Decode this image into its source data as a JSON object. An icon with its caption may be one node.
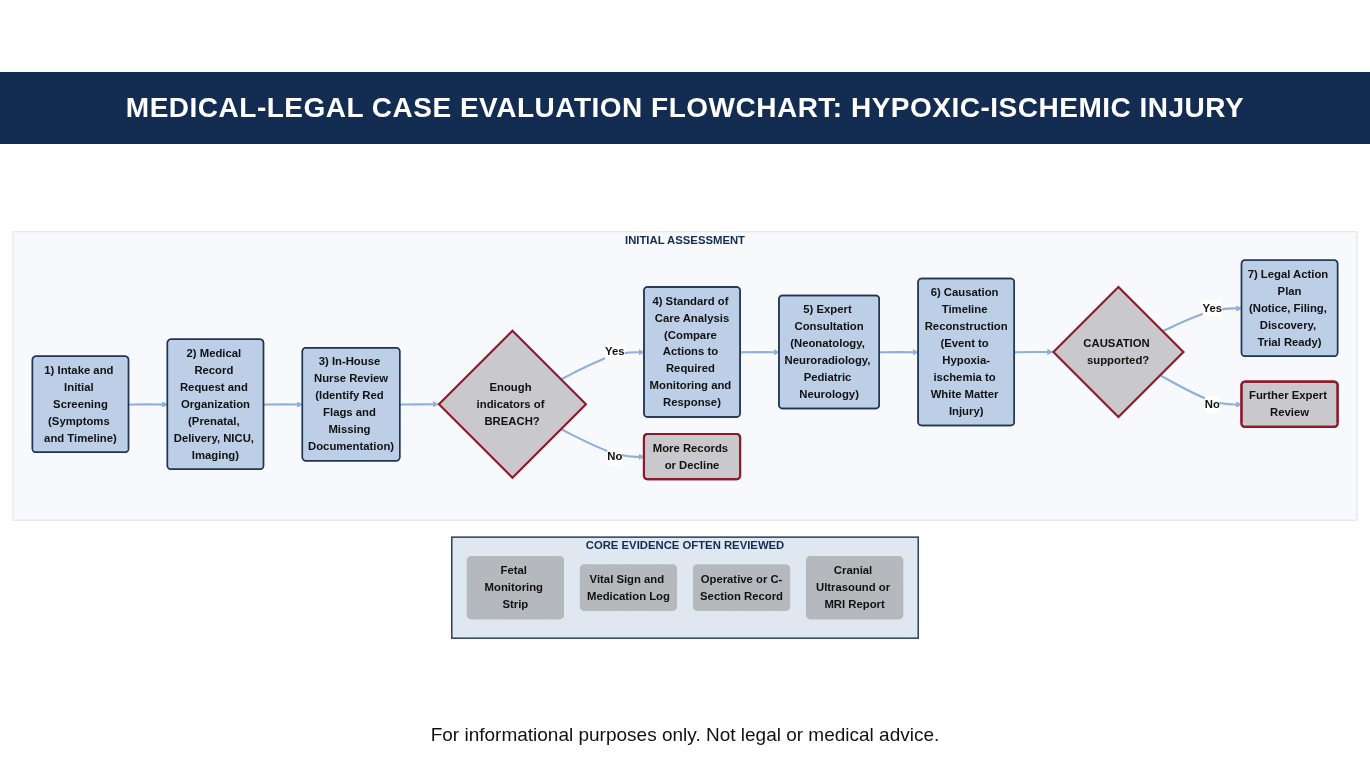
{
  "diagram": {
    "title": "MEDICAL-LEGAL CASE EVALUATION FLOWCHART: HYPOXIC-ISCHEMIC INJURY",
    "caption": "For informational purposes only. Not legal or medical advice.",
    "nodes": [
      {
        "text": [
          "INITIAL ASSESSMENT"
        ]
      },
      {
        "text": [
          "1) Intake and Initial Screening",
          "(Symptoms and Timeline)"
        ],
        "in": 0
      },
      {
        "text": [
          "2) Medical Record Request and Organization",
          "(Prenatal, Delivery, NICU, Imaging)"
        ],
        "in": 0
      },
      {
        "text": [
          "3) In-House Nurse Review",
          "(Identify Red Flags and Missing Documentation)"
        ],
        "in": 0
      },
      {
        "text": [
          "Enough indicators of BREACH?"
        ],
        "in": 0
      },
      {
        "text": [
          "More Records or Decline"
        ],
        "in": 0
      },
      {
        "text": [
          "4) Standard of Care Analysis",
          "(Compare Actions to Required Monitoring and Response)"
        ],
        "in": 0
      },
      {
        "text": [
          "5) Expert Consultation",
          "(Neonatology, Neuroradiology, Pediatric Neurology)"
        ],
        "in": 0
      },
      {
        "text": [
          "6) Causation Timeline Reconstruction",
          "(Event to Hypoxia-ischemia to White Matter Injury)"
        ],
        "in": 0
      },
      {
        "text": [
          "CAUSATION supported?"
        ],
        "in": 0
      },
      {
        "text": [
          "Further Expert Review"
        ],
        "in": 0
      },
      {
        "text": [
          "7) Legal Action Plan",
          "(Notice, Filing, Discovery, Trial Ready)"
        ],
        "in": 0
      },
      {
        "text": [
          "CORE EVIDENCE OFTEN REVIEWED"
        ]
      },
      {
        "text": [
          "Fetal Monitoring Strip"
        ],
        "in": 12
      },
      {
        "text": [
          "Vital Sign and Medication Log"
        ],
        "in": 12
      },
      {
        "text": [
          "Operative or C-Section Record"
        ],
        "in": 12
      },
      {
        "text": [
          "Cranial Ultrasound or MRI Report"
        ],
        "in": 12
      }
    ],
    "edges": [
      {
        "from": 1,
        "to": 2,
        "arrow": "to"
      },
      {
        "from": 2,
        "to": 3,
        "arrow": "to"
      },
      {
        "from": 3,
        "to": 4,
        "arrow": "to"
      },
      {
        "from": 4,
        "to": 6,
        "arrow": "to",
        "label": "Yes"
      },
      {
        "from": 4,
        "to": 5,
        "arrow": "to",
        "label": "No"
      },
      {
        "from": 6,
        "to": 7,
        "arrow": "to"
      },
      {
        "from": 7,
        "to": 8,
        "arrow": "to"
      },
      {
        "from": 8,
        "to": 9,
        "arrow": "to"
      },
      {
        "from": 9,
        "to": 11,
        "arrow": "to",
        "label": "Yes"
      },
      {
        "from": 9,
        "to": 10,
        "arrow": "to",
        "label": "No"
      }
    ]
  }
}
